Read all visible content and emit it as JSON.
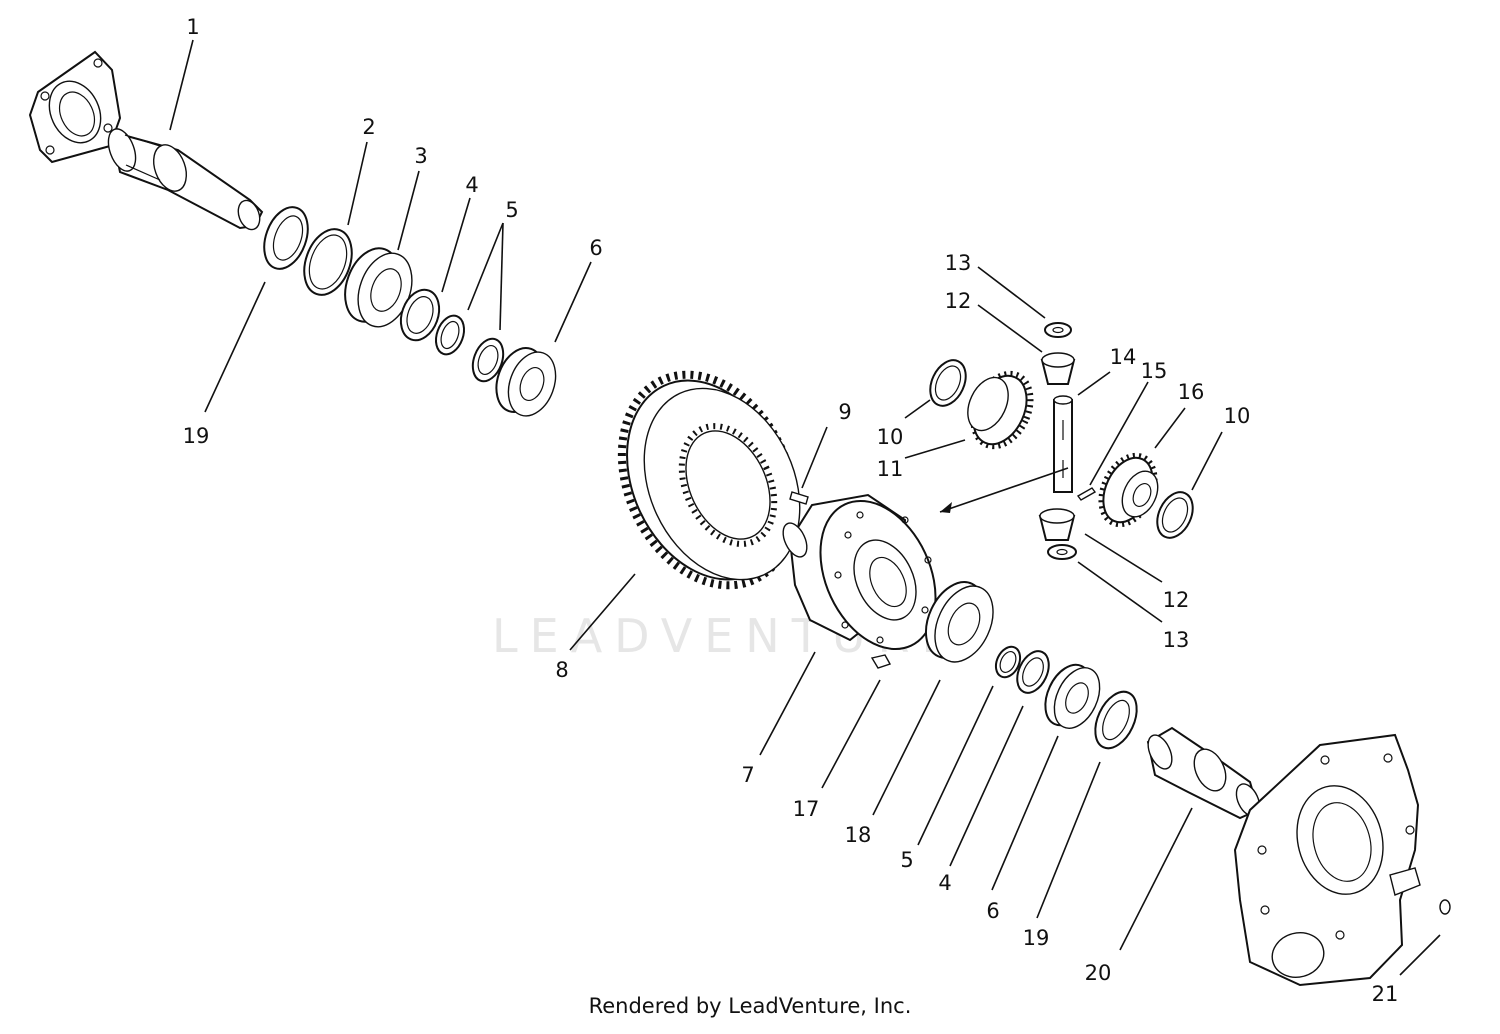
{
  "watermark": "LEADVENTURE",
  "footer": "Rendered by LeadVenture, Inc.",
  "callouts": [
    "1",
    "2",
    "3",
    "4",
    "5",
    "6",
    "19",
    "13",
    "12",
    "14",
    "15",
    "16",
    "10",
    "9",
    "10",
    "11",
    "8",
    "7",
    "17",
    "18",
    "5",
    "4",
    "6",
    "19",
    "20",
    "12",
    "13",
    "21"
  ]
}
